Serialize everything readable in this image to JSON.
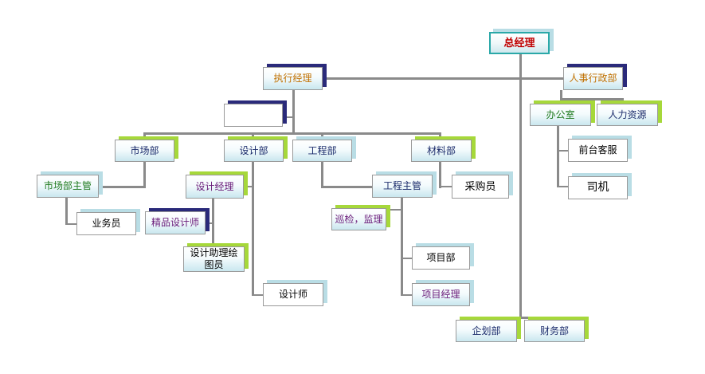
{
  "org": {
    "root": "总经理",
    "exec_manager": "执行经理",
    "hr_admin": "人事行政部",
    "vacant": "",
    "office": "办公室",
    "hr_resources": "人力资源",
    "reception": "前台客服",
    "driver": "司机",
    "market_dept": "市场部",
    "design_dept": "设计部",
    "engineering_dept": "工程部",
    "materials_dept": "材料部",
    "market_supervisor": "市场部主管",
    "salesperson": "业务员",
    "design_manager": "设计经理",
    "premium_designer": "精品设计师",
    "design_assistant": "设计助理绘图员",
    "designer": "设计师",
    "engineering_supervisor": "工程主管",
    "purchaser": "采购员",
    "inspection": "巡检，监理",
    "project_dept": "项目部",
    "project_manager": "项目经理",
    "planning_dept": "企划部",
    "finance_dept": "财务部"
  },
  "colors": {
    "connector": "#8a8a8a",
    "shadow_green": "#a6d83a",
    "shadow_navy": "#2a2a7a",
    "shadow_cyan": "#b9dde5",
    "root_border": "#2aa8a8",
    "root_text": "#c00000"
  }
}
